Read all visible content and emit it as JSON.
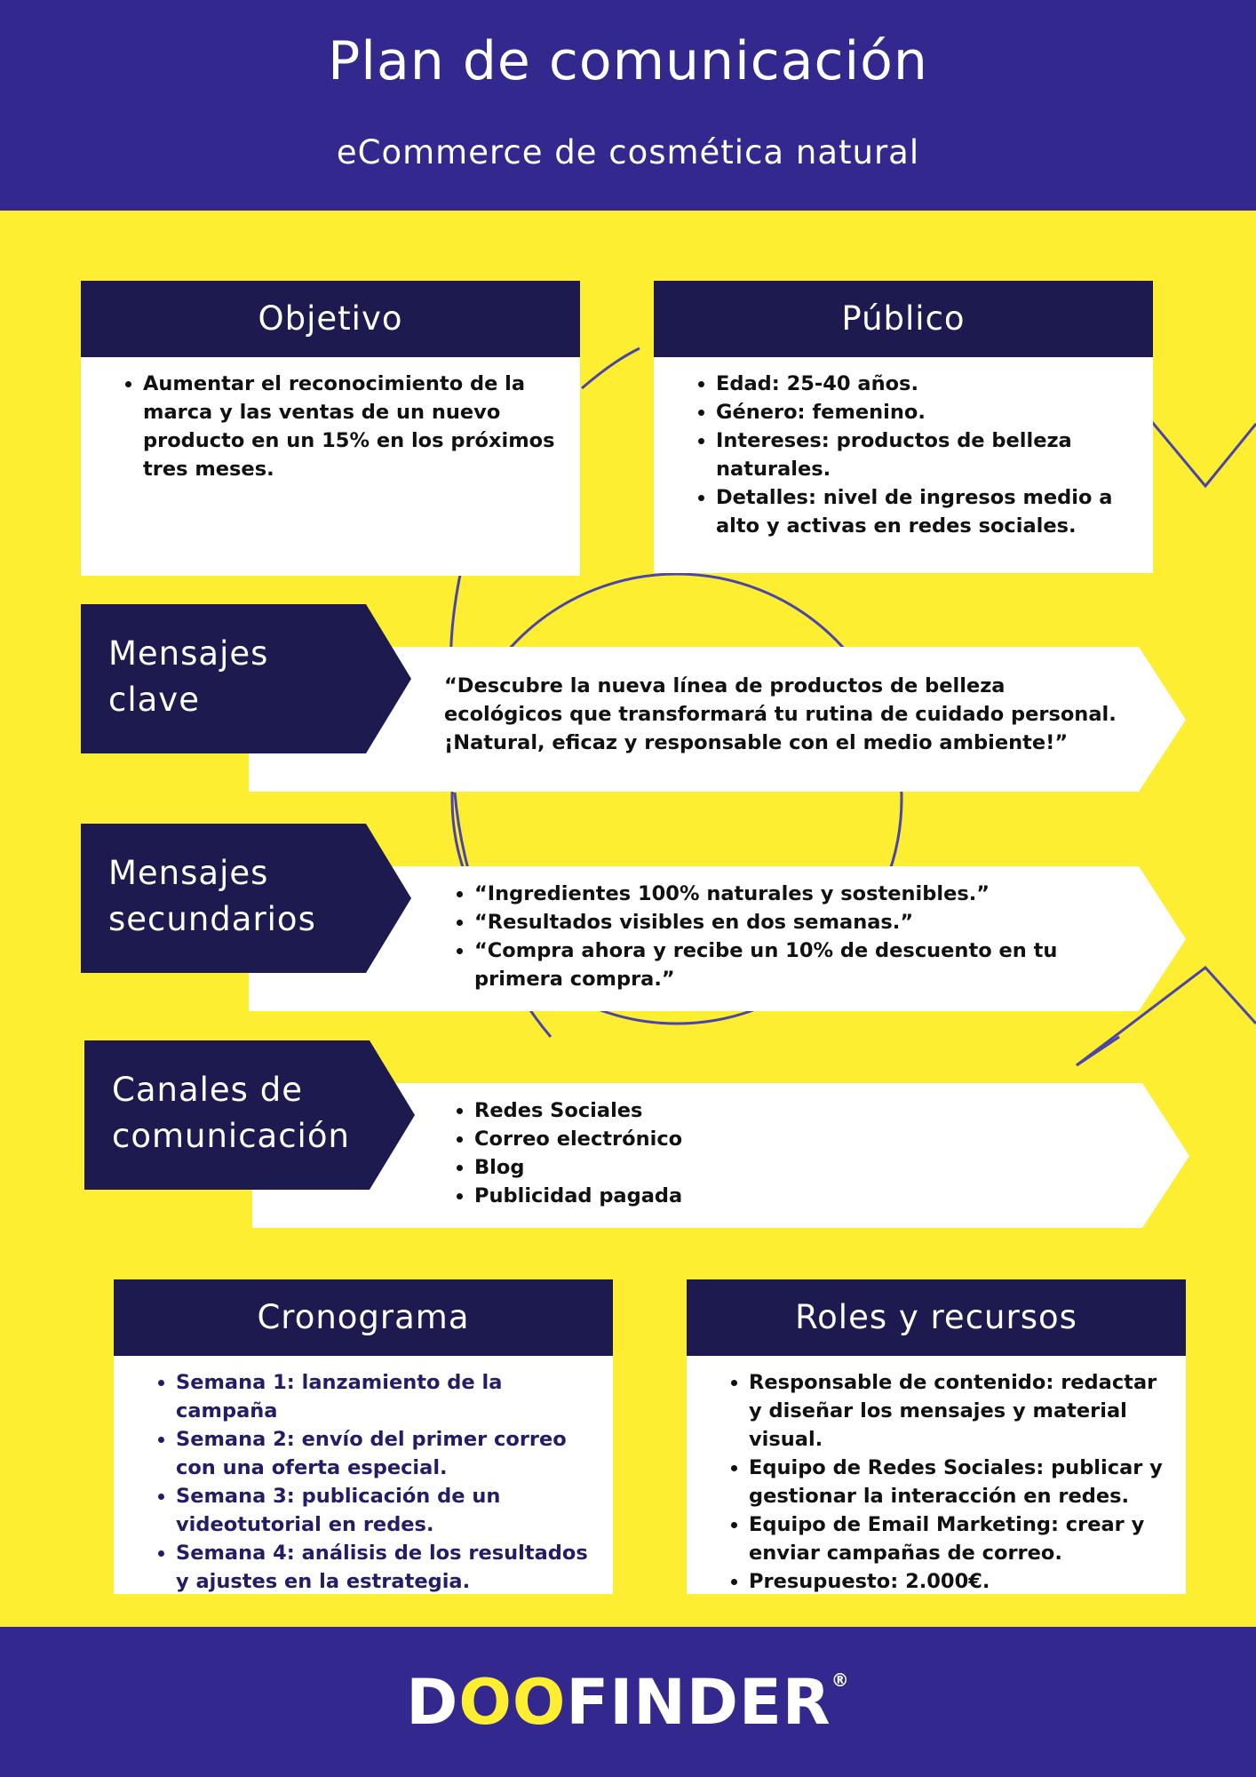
{
  "header": {
    "title": "Plan de comunicación",
    "subtitle": "eCommerce de cosmética natural"
  },
  "objetivo": {
    "heading": "Objetivo",
    "items": [
      "Aumentar el reconocimiento de la marca y las ventas de un nuevo producto en un 15% en los próximos tres meses."
    ]
  },
  "publico": {
    "heading": "Público",
    "items": [
      "Edad: 25-40 años.",
      "Género: femenino.",
      "Intereses: productos de belleza naturales.",
      "Detalles: nivel de ingresos medio a alto y activas en redes sociales."
    ]
  },
  "mensajes_clave": {
    "heading_line1": "Mensajes",
    "heading_line2": "clave",
    "text": "“Descubre la nueva línea de productos de belleza ecológicos que transformará tu rutina de cuidado personal. ¡Natural, eficaz y responsable con el medio ambiente!”"
  },
  "mensajes_secundarios": {
    "heading_line1": "Mensajes",
    "heading_line2": "secundarios",
    "items": [
      "“Ingredientes 100% naturales y sostenibles.”",
      "“Resultados visibles en dos semanas.”",
      "“Compra ahora y recibe un 10% de descuento en tu primera compra.”"
    ]
  },
  "canales": {
    "heading_line1": "Canales de",
    "heading_line2": "comunicación",
    "items": [
      "Redes Sociales",
      "Correo electrónico",
      "Blog",
      "Publicidad pagada"
    ]
  },
  "cronograma": {
    "heading": "Cronograma",
    "items": [
      "Semana 1: lanzamiento de la campaña",
      "Semana 2: envío del primer correo con una oferta especial.",
      "Semana 3: publicación de un videotutorial en redes.",
      "Semana 4: análisis de los resultados y ajustes en la estrategia."
    ]
  },
  "roles": {
    "heading": "Roles y recursos",
    "items": [
      "Responsable de contenido: redactar y diseñar los mensajes y material visual.",
      "Equipo de Redes Sociales: publicar y gestionar la interacción en redes.",
      "Equipo de Email Marketing: crear y enviar campañas de correo.",
      "Presupuesto: 2.000€."
    ]
  },
  "footer": {
    "logo_d": "D",
    "logo_oo": "OO",
    "logo_rest": "FINDER",
    "logo_mark": "®"
  },
  "colors": {
    "header_bg": "#33288e",
    "page_bg": "#fdee32",
    "heading_bg": "#1d1a50",
    "accent_triangle": "#7b7fd9",
    "schedule_text": "#221d66"
  }
}
